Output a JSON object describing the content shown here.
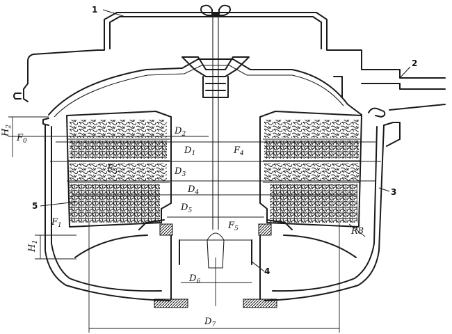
{
  "callouts": {
    "c1": "1",
    "c2": "2",
    "c3": "3",
    "c4": "4",
    "c5": "5"
  },
  "dimensions": {
    "D": "D",
    "F": "F",
    "H": "H",
    "R": "R",
    "s1": "1",
    "s2": "2",
    "s3": "3",
    "s4": "4",
    "s5": "5",
    "s6": "6",
    "s7": "7",
    "s0": "0",
    "r8": "8"
  },
  "colors": {
    "ink": "#1a1a1a",
    "paper": "#ffffff"
  }
}
